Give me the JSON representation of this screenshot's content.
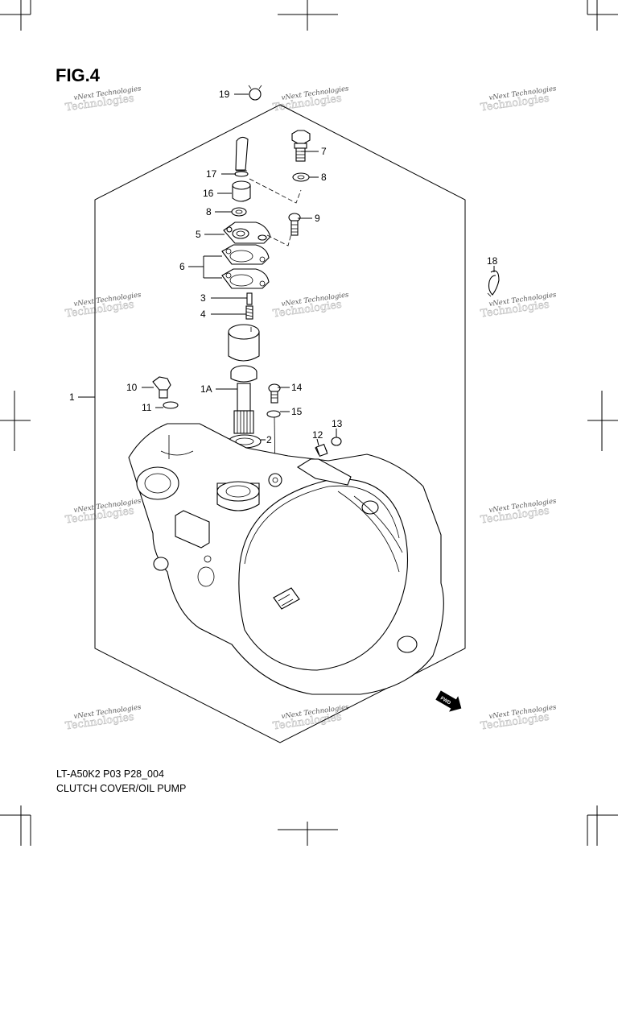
{
  "figure": {
    "title": "FIG.4",
    "model_code": "LT-A50K2 P03 P28_004",
    "caption": "CLUTCH COVER/OIL PUMP"
  },
  "watermark": {
    "line1": "vNext Technologies",
    "line2": "Technologies"
  },
  "fwd_label": "FWD",
  "callouts": [
    {
      "id": "19",
      "label": "19"
    },
    {
      "id": "7",
      "label": "7"
    },
    {
      "id": "8a",
      "label": "8"
    },
    {
      "id": "17",
      "label": "17"
    },
    {
      "id": "16",
      "label": "16"
    },
    {
      "id": "8b",
      "label": "8"
    },
    {
      "id": "9",
      "label": "9"
    },
    {
      "id": "5",
      "label": "5"
    },
    {
      "id": "6",
      "label": "6"
    },
    {
      "id": "18",
      "label": "18"
    },
    {
      "id": "3",
      "label": "3"
    },
    {
      "id": "4",
      "label": "4"
    },
    {
      "id": "10",
      "label": "10"
    },
    {
      "id": "1A",
      "label": "1A"
    },
    {
      "id": "14",
      "label": "14"
    },
    {
      "id": "1",
      "label": "1"
    },
    {
      "id": "11",
      "label": "11"
    },
    {
      "id": "15",
      "label": "15"
    },
    {
      "id": "13",
      "label": "13"
    },
    {
      "id": "2",
      "label": "2"
    },
    {
      "id": "12",
      "label": "12"
    }
  ]
}
